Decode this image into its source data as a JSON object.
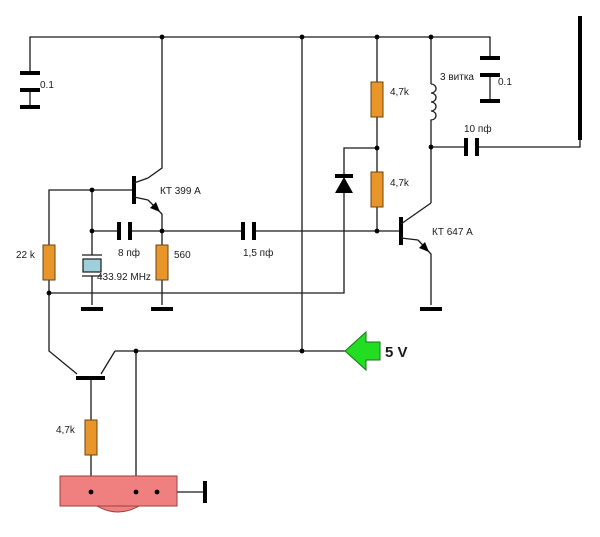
{
  "labels": {
    "c_top_left": "0.1",
    "c_top_right": "0.1",
    "r_base_bias": "22 k",
    "r_emitter_osc": "560",
    "r_divider_top": "4,7k",
    "r_divider_bottom": "4,7k",
    "r_lower": "4,7k",
    "c_feedback": "8 пф",
    "c_coupling": "1,5 пф",
    "c_output": "10 пф",
    "crystal": "433.92 MHz",
    "coil": "3 витка",
    "q_oscillator": "КТ 399 А",
    "q_amplifier": "КТ 647 А",
    "supply": "5 V"
  },
  "colors": {
    "resistor": "#e8962a",
    "arrow": "#22dd22",
    "connector": "#f08080",
    "crystal": "#9ed0dc"
  }
}
